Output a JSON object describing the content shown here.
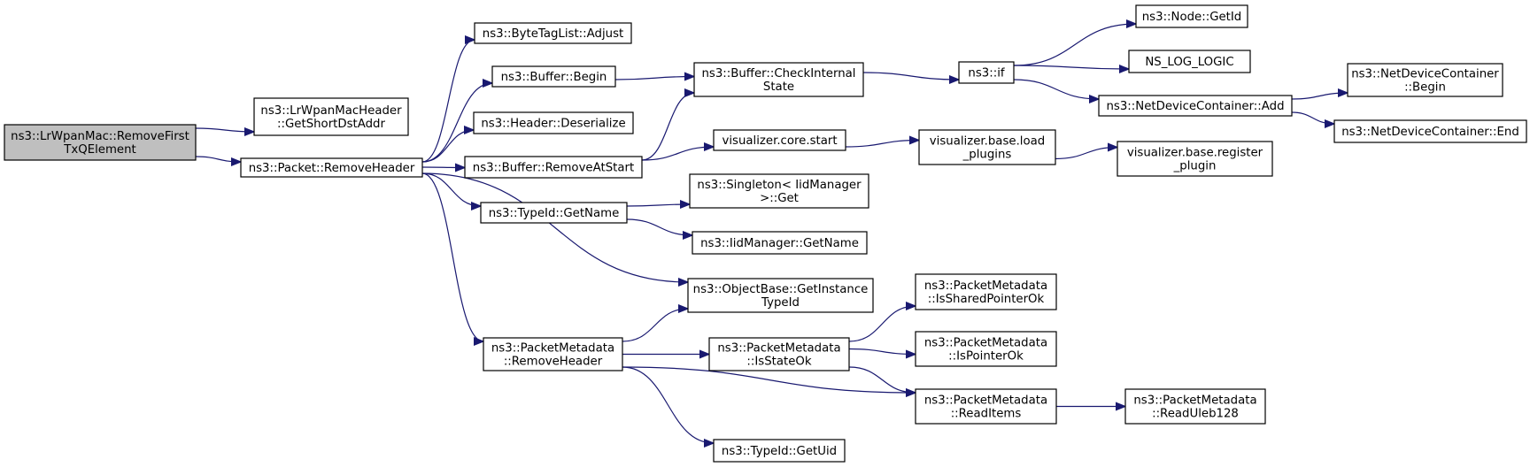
{
  "diagram": {
    "nodes": [
      {
        "id": "root",
        "lines": [
          "ns3::LrWpanMac::RemoveFirst",
          "TxQElement"
        ],
        "root": true
      },
      {
        "id": "shortdst",
        "lines": [
          "ns3::LrWpanMacHeader",
          "::GetShortDstAddr"
        ]
      },
      {
        "id": "pkt_rh",
        "lines": [
          "ns3::Packet::RemoveHeader"
        ]
      },
      {
        "id": "btl",
        "lines": [
          "ns3::ByteTagList::Adjust"
        ]
      },
      {
        "id": "bufbegin",
        "lines": [
          "ns3::Buffer::Begin"
        ]
      },
      {
        "id": "hdrdes",
        "lines": [
          "ns3::Header::Deserialize"
        ]
      },
      {
        "id": "bufras",
        "lines": [
          "ns3::Buffer::RemoveAtStart"
        ]
      },
      {
        "id": "tidname",
        "lines": [
          "ns3::TypeId::GetName"
        ]
      },
      {
        "id": "obgit",
        "lines": [
          "ns3::ObjectBase::GetInstance",
          "TypeId"
        ]
      },
      {
        "id": "pmrh",
        "lines": [
          "ns3::PacketMetadata",
          "::RemoveHeader"
        ]
      },
      {
        "id": "bufcis",
        "lines": [
          "ns3::Buffer::CheckInternal",
          "State"
        ]
      },
      {
        "id": "vcs",
        "lines": [
          "visualizer.core.start"
        ]
      },
      {
        "id": "singget",
        "lines": [
          "ns3::Singleton< IidManager",
          ">::Get"
        ]
      },
      {
        "id": "iidname",
        "lines": [
          "ns3::IidManager::GetName"
        ]
      },
      {
        "id": "pmiso",
        "lines": [
          "ns3::PacketMetadata",
          "::IsStateOk"
        ]
      },
      {
        "id": "tiduid",
        "lines": [
          "ns3::TypeId::GetUid"
        ]
      },
      {
        "id": "nsif",
        "lines": [
          "ns3::if"
        ]
      },
      {
        "id": "vbl",
        "lines": [
          "visualizer.base.load",
          "_plugins"
        ]
      },
      {
        "id": "pmisp",
        "lines": [
          "ns3::PacketMetadata",
          "::IsSharedPointerOk"
        ]
      },
      {
        "id": "pmipo",
        "lines": [
          "ns3::PacketMetadata",
          "::IsPointerOk"
        ]
      },
      {
        "id": "pmri",
        "lines": [
          "ns3::PacketMetadata",
          "::ReadItems"
        ]
      },
      {
        "id": "nodeid",
        "lines": [
          "ns3::Node::GetId"
        ]
      },
      {
        "id": "nslog",
        "lines": [
          "NS_LOG_LOGIC"
        ]
      },
      {
        "id": "ndcadd",
        "lines": [
          "ns3::NetDeviceContainer::Add"
        ]
      },
      {
        "id": "vbr",
        "lines": [
          "visualizer.base.register",
          "_plugin"
        ]
      },
      {
        "id": "pmrul",
        "lines": [
          "ns3::PacketMetadata",
          "::ReadUleb128"
        ]
      },
      {
        "id": "ndcbegin",
        "lines": [
          "ns3::NetDeviceContainer",
          "::Begin"
        ]
      },
      {
        "id": "ndcend",
        "lines": [
          "ns3::NetDeviceContainer::End"
        ]
      }
    ],
    "edges": [
      [
        "root",
        "shortdst"
      ],
      [
        "root",
        "pkt_rh"
      ],
      [
        "pkt_rh",
        "btl"
      ],
      [
        "pkt_rh",
        "bufbegin"
      ],
      [
        "pkt_rh",
        "hdrdes"
      ],
      [
        "pkt_rh",
        "bufras"
      ],
      [
        "pkt_rh",
        "tidname"
      ],
      [
        "pkt_rh",
        "obgit"
      ],
      [
        "pkt_rh",
        "pmrh"
      ],
      [
        "bufbegin",
        "bufcis"
      ],
      [
        "bufras",
        "bufcis"
      ],
      [
        "bufras",
        "vcs"
      ],
      [
        "tidname",
        "singget"
      ],
      [
        "tidname",
        "iidname"
      ],
      [
        "pmrh",
        "obgit"
      ],
      [
        "pmrh",
        "pmiso"
      ],
      [
        "pmrh",
        "pmri"
      ],
      [
        "pmrh",
        "tiduid"
      ],
      [
        "bufcis",
        "nsif"
      ],
      [
        "vcs",
        "vbl"
      ],
      [
        "vbl",
        "vbr"
      ],
      [
        "pmiso",
        "pmisp"
      ],
      [
        "pmiso",
        "pmipo"
      ],
      [
        "pmiso",
        "pmri"
      ],
      [
        "pmri",
        "pmrul"
      ],
      [
        "nsif",
        "nodeid"
      ],
      [
        "nsif",
        "nslog"
      ],
      [
        "nsif",
        "ndcadd"
      ],
      [
        "ndcadd",
        "ndcbegin"
      ],
      [
        "ndcadd",
        "ndcend"
      ]
    ]
  }
}
